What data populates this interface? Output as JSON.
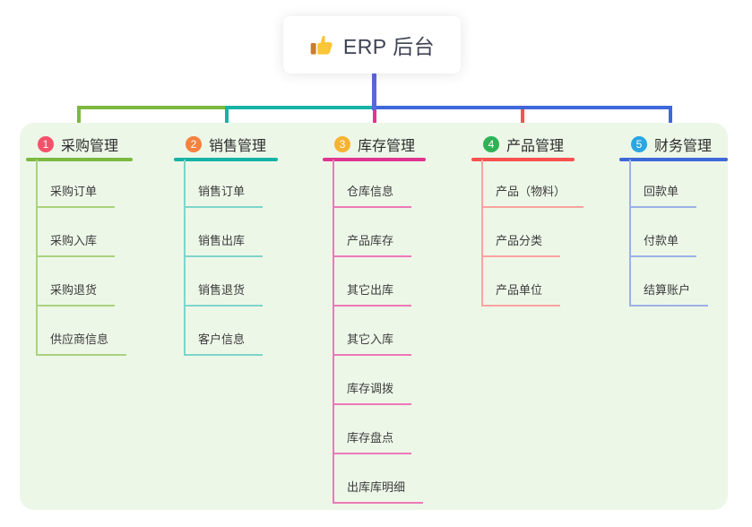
{
  "root": {
    "icon": "thumbs-up",
    "label": "ERP 后台",
    "connector_color": "#5c67d5"
  },
  "panel": {
    "bg": "#edf7e8"
  },
  "branches": [
    {
      "num": "1",
      "label": "采购管理",
      "color": "#7cb93e",
      "light_color": "#a9d37e",
      "badge_color": "#f4526b",
      "children": [
        "采购订单",
        "采购入库",
        "采购退货",
        "供应商信息"
      ]
    },
    {
      "num": "2",
      "label": "销售管理",
      "color": "#16b3a5",
      "light_color": "#7fd5cb",
      "badge_color": "#f5823e",
      "children": [
        "销售订单",
        "销售出库",
        "销售退货",
        "客户信息"
      ]
    },
    {
      "num": "3",
      "label": "库存管理",
      "color": "#df3590",
      "light_color": "#ec79b8",
      "badge_color": "#f6b331",
      "children": [
        "仓库信息",
        "产品库存",
        "其它出库",
        "其它入库",
        "库存调拨",
        "库存盘点",
        "出库库明细"
      ]
    },
    {
      "num": "4",
      "label": "产品管理",
      "color": "#f8514f",
      "light_color": "#fba3a0",
      "badge_color": "#30b156",
      "children": [
        "产品（物料）",
        "产品分类",
        "产品单位"
      ]
    },
    {
      "num": "5",
      "label": "财务管理",
      "color": "#3e68d9",
      "light_color": "#9bb1e6",
      "badge_color": "#2aa7e2",
      "children": [
        "回款单",
        "付款单",
        "结算账户"
      ]
    }
  ]
}
